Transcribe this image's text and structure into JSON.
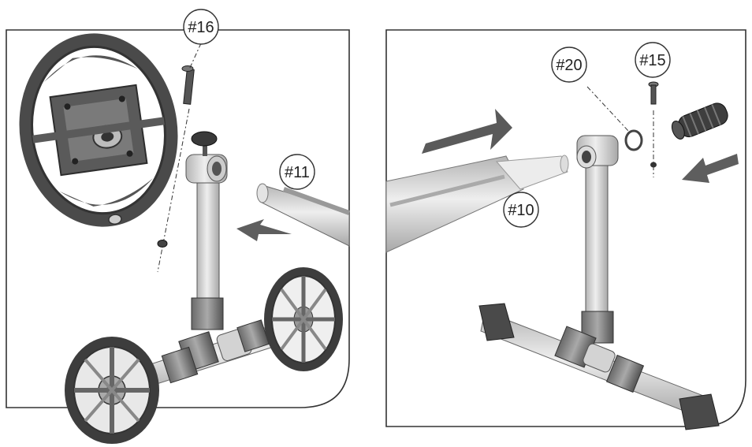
{
  "panels": [
    {
      "id": "left",
      "callouts": [
        {
          "id": "c16",
          "label": "#16"
        },
        {
          "id": "c11",
          "label": "#11"
        }
      ]
    },
    {
      "id": "right",
      "callouts": [
        {
          "id": "c20",
          "label": "#20"
        },
        {
          "id": "c15",
          "label": "#15"
        },
        {
          "id": "c10",
          "label": "#10"
        }
      ]
    }
  ],
  "colors": {
    "frame": "#333333",
    "tube": "#d9d9d9",
    "tube_shadow": "#a9a9a9",
    "wheel": "#5a5a5a",
    "wheel_dark": "#333333",
    "arrow": "#5e5e5e"
  },
  "icons": [
    "screw-icon",
    "nut-icon",
    "washer-icon",
    "end-cap-icon",
    "wheel-icon",
    "arrow-icon"
  ]
}
